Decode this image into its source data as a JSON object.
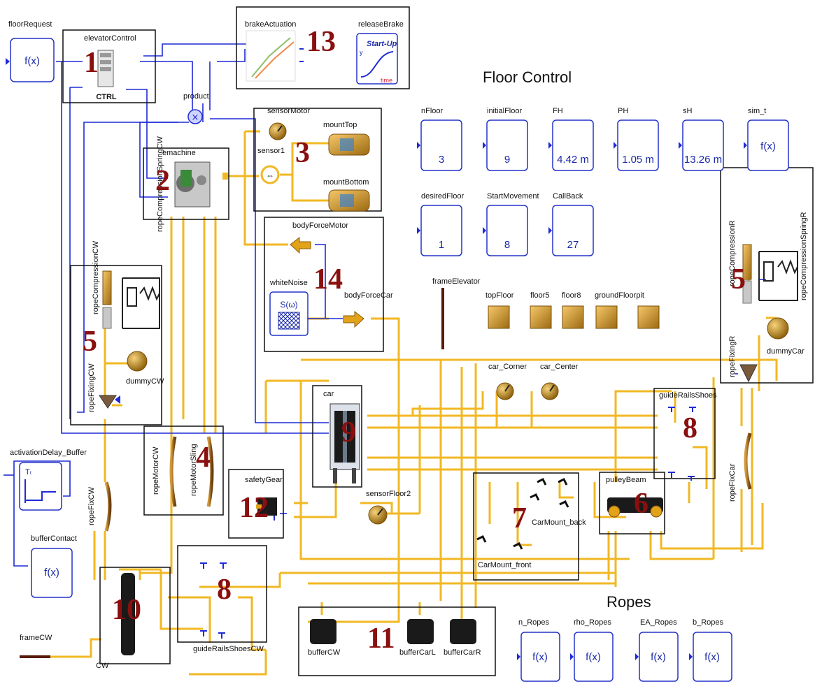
{
  "section_titles": {
    "floor_control": "Floor  Control",
    "ropes": "Ropes"
  },
  "region_numbers": {
    "r1": "1",
    "r2": "2",
    "r3": "3",
    "r4": "4",
    "r5a": "5",
    "r5b": "5",
    "r6": "6",
    "r7": "7",
    "r8a": "8",
    "r8b": "8",
    "r9": "9",
    "r10": "10",
    "r11": "11",
    "r12": "12",
    "r13": "13",
    "r14": "14"
  },
  "floor_params": {
    "nFloor": {
      "label": "nFloor",
      "value": "3"
    },
    "initialFloor": {
      "label": "initialFloor",
      "value": "9"
    },
    "FH": {
      "label": "FH",
      "value": "4.42 m"
    },
    "PH": {
      "label": "PH",
      "value": "1.05 m"
    },
    "sH": {
      "label": "sH",
      "value": "13.26 m"
    },
    "sim_t": {
      "label": "sim_t",
      "value": "f(x)"
    },
    "desiredFloor": {
      "label": "desiredFloor",
      "value": "1"
    },
    "StartMovement": {
      "label": "StartMovement",
      "value": "8"
    },
    "CallBack": {
      "label": "CallBack",
      "value": "27"
    }
  },
  "rope_params": {
    "n_Ropes": {
      "label": "n_Ropes",
      "value": "f(x)"
    },
    "rho_Ropes": {
      "label": "rho_Ropes",
      "value": "f(x)"
    },
    "EA_Ropes": {
      "label": "EA_Ropes",
      "value": "f(x)"
    },
    "b_Ropes": {
      "label": "b_Ropes",
      "value": "f(x)"
    }
  },
  "blocks": {
    "floorRequest": {
      "label": "floorRequest",
      "value": "f(x)"
    },
    "elevatorControl": {
      "label": "elevatorControl",
      "sub": "CTRL"
    },
    "product": {
      "label": "product"
    },
    "brakeActuation": {
      "label": "brakeActuation"
    },
    "releaseBrake": {
      "label": "releaseBrake",
      "text": "Start-Up",
      "axis_y": "y",
      "axis_x": "time"
    },
    "emachine": {
      "label": "emachine"
    },
    "sensorMotor": {
      "label": "sensorMotor"
    },
    "sensor1": {
      "label": "sensor1"
    },
    "mountTop": {
      "label": "mountTop"
    },
    "mountBottom": {
      "label": "mountBottom"
    },
    "bodyForceMotor": {
      "label": "bodyForceMotor"
    },
    "whiteNoise": {
      "label": "whiteNoise",
      "value": "S(ω)"
    },
    "bodyForceCar": {
      "label": "bodyForceCar"
    },
    "frameElevator": {
      "label": "frameElevator"
    },
    "topFloor": {
      "label": "topFloor"
    },
    "floor5": {
      "label": "floor5"
    },
    "floor8": {
      "label": "floor8"
    },
    "groundFloorpit": {
      "label": "groundFloorpit"
    },
    "car_Corner": {
      "label": "car_Corner"
    },
    "car_Center": {
      "label": "car_Center"
    },
    "car": {
      "label": "car"
    },
    "guideRailsShoes": {
      "label": "guideRailsShoes"
    },
    "pulleyBeam": {
      "label": "pulleyBeam"
    },
    "CarMount_back": {
      "label": "CarMount_back"
    },
    "CarMount_front": {
      "label": "CarMount_front"
    },
    "sensorFloor2": {
      "label": "sensorFloor2"
    },
    "safetyGear": {
      "label": "safetyGear"
    },
    "ropeCompressionCW": {
      "label": "ropeCompressionCW"
    },
    "ropeCompressionSpringCW": {
      "label": "ropeCompressionSpringCW"
    },
    "ropeFixingCW": {
      "label": "ropeFixingCW"
    },
    "dummyCW": {
      "label": "dummyCW"
    },
    "ropeMotorCW": {
      "label": "ropeMotorCW"
    },
    "ropeMotorSling": {
      "label": "ropeMotorSling"
    },
    "activationDelay_Buffer": {
      "label": "activationDelay_Buffer",
      "value": "Tₜ"
    },
    "bufferContact": {
      "label": "bufferContact",
      "value": "f(x)"
    },
    "ropeFixCW": {
      "label": "ropeFixCW"
    },
    "CW": {
      "label": "CW"
    },
    "guideRailsShoesCW": {
      "label": "guideRailsShoesCW"
    },
    "frameCW": {
      "label": "frameCW"
    },
    "bufferCW": {
      "label": "bufferCW"
    },
    "bufferCarL": {
      "label": "bufferCarL"
    },
    "bufferCarR": {
      "label": "bufferCarR"
    },
    "ropeCompressionR": {
      "label": "ropeCompressionR"
    },
    "ropeCompressionSpringR": {
      "label": "ropeCompressionSpringR"
    },
    "ropeFixingR": {
      "label": "ropeFixingR"
    },
    "dummyCar": {
      "label": "dummyCar"
    },
    "ropeFixCar": {
      "label": "ropeFixCar"
    }
  },
  "colors": {
    "mech_line": "#f2b824",
    "signal_line": "#1f2bd6",
    "param_border": "#2433c8",
    "region_border": "#111111",
    "region_number": "#8a1010"
  }
}
